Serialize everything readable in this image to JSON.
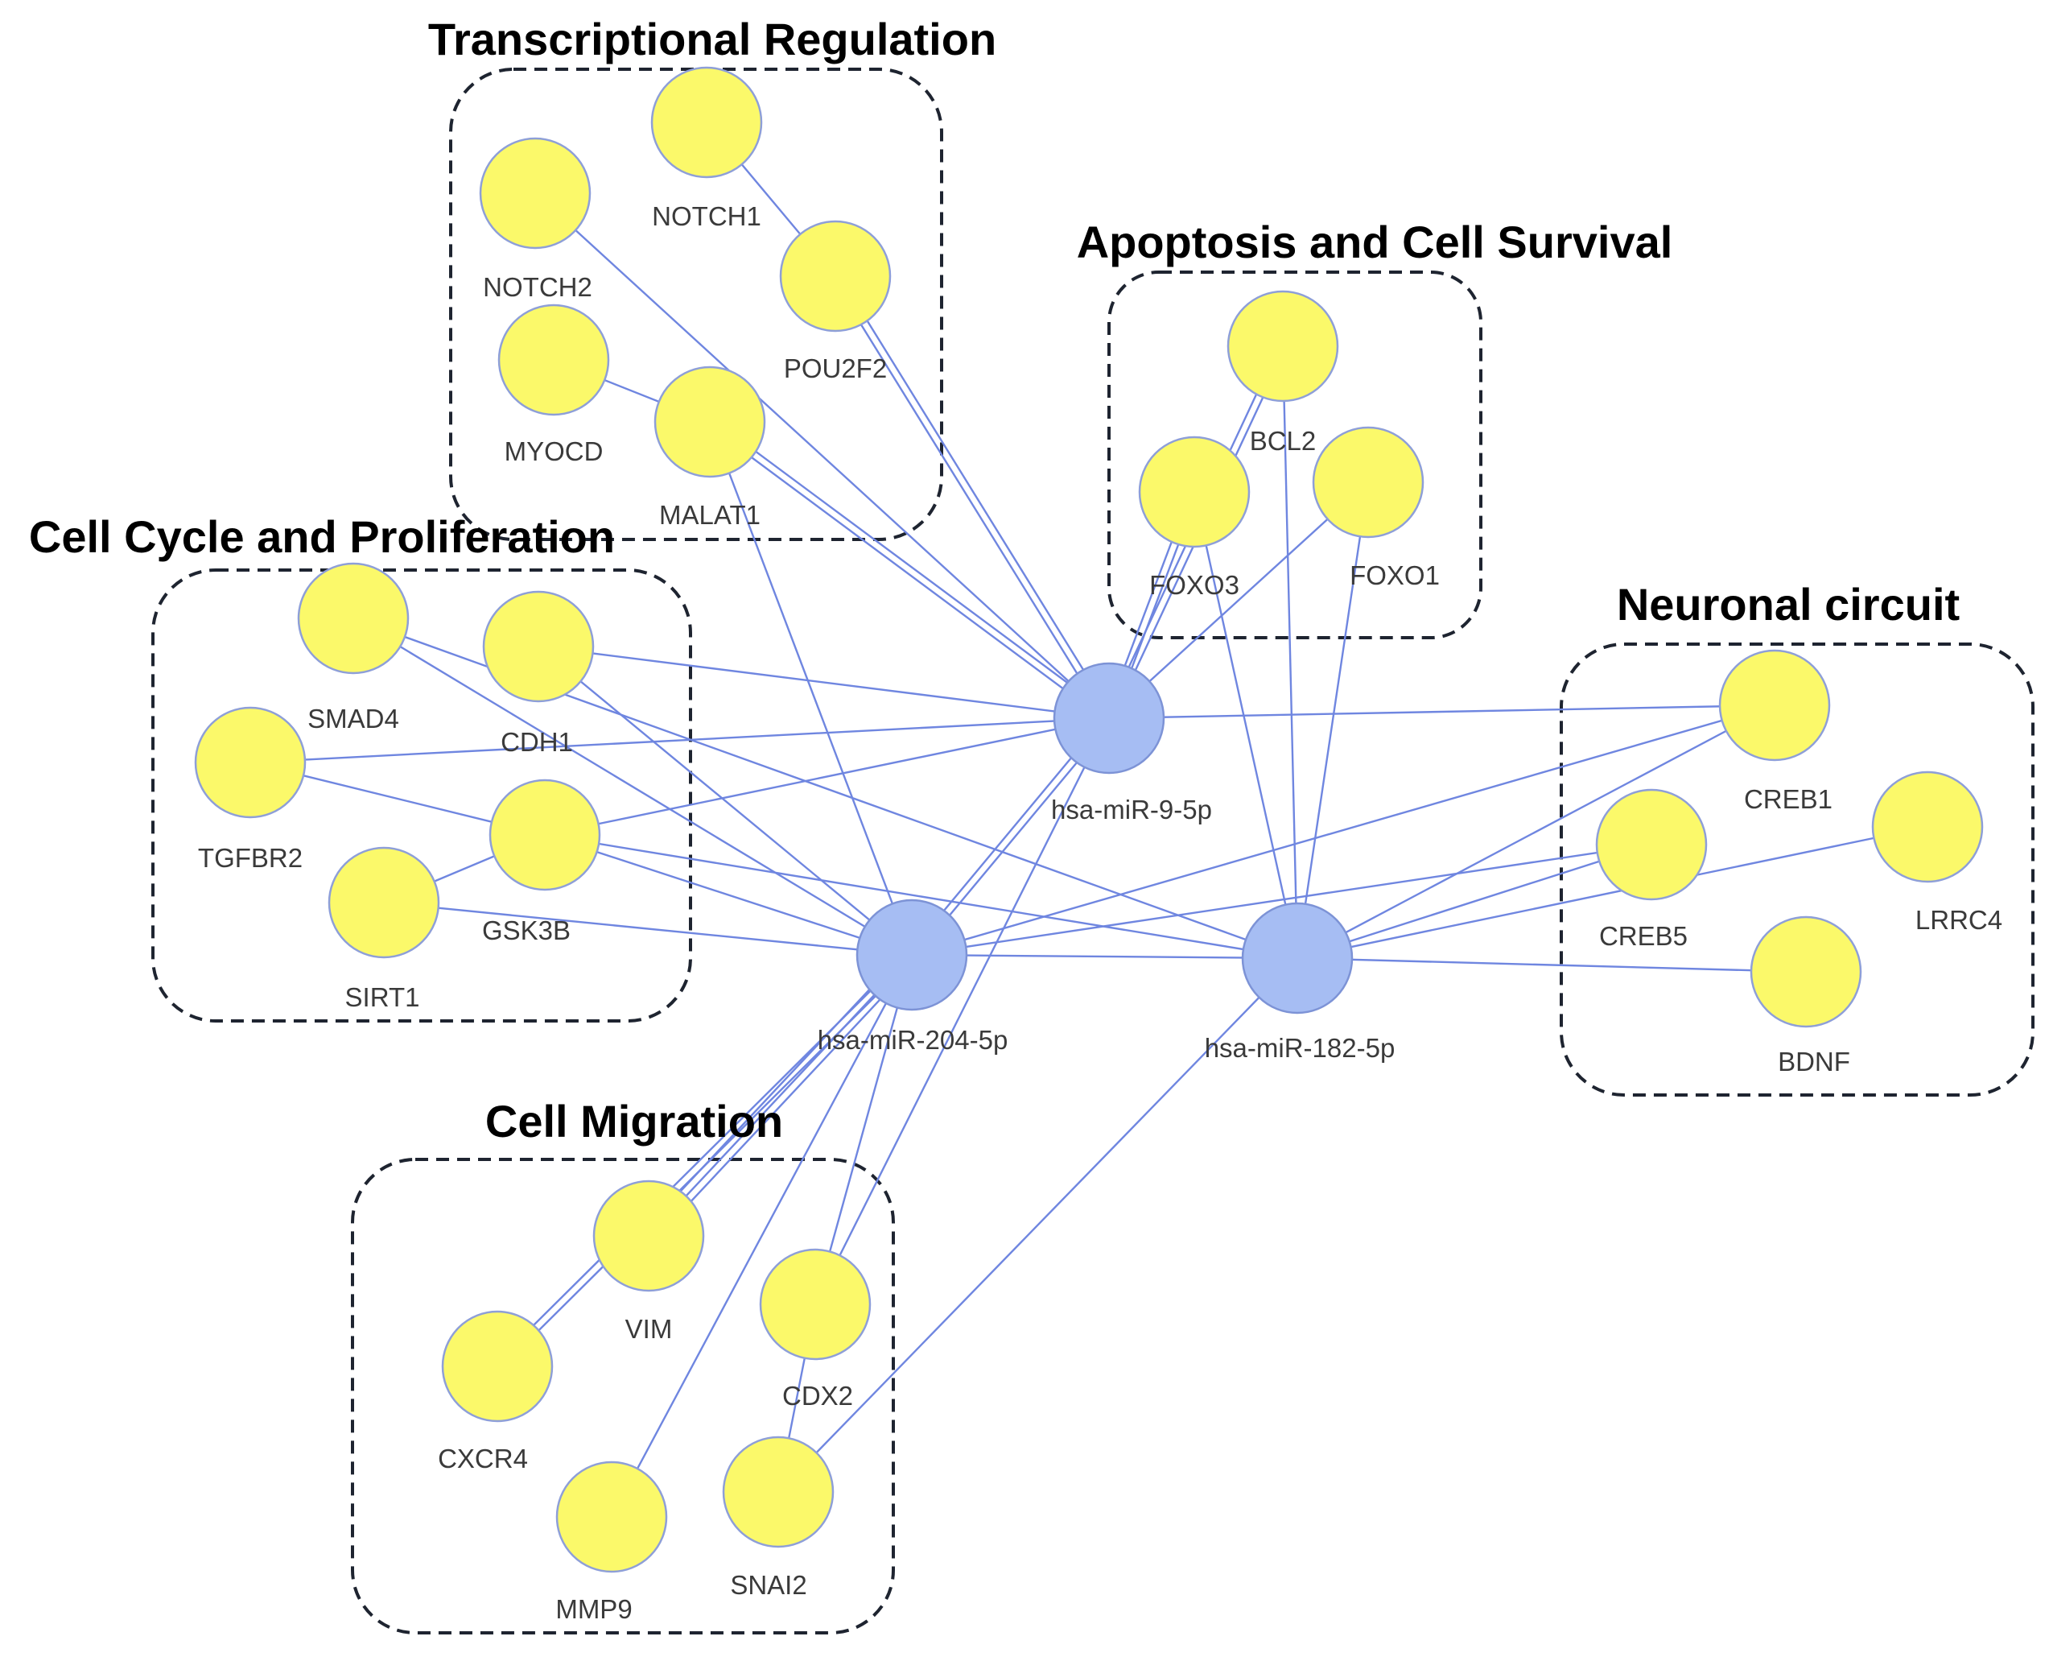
{
  "groups": [
    {
      "id": "transcriptional",
      "title": "Transcriptional Regulation"
    },
    {
      "id": "apoptosis",
      "title": "Apoptosis and Cell Survival"
    },
    {
      "id": "cellcycle",
      "title": "Cell Cycle and Proliferation"
    },
    {
      "id": "neuronal",
      "title": "Neuronal circuit"
    },
    {
      "id": "migration",
      "title": "Cell Migration"
    }
  ],
  "mirnas": [
    {
      "id": "mir9",
      "label": "hsa-miR-9-5p"
    },
    {
      "id": "mir204",
      "label": "hsa-miR-204-5p"
    },
    {
      "id": "mir182",
      "label": "hsa-miR-182-5p"
    }
  ],
  "genes": [
    {
      "id": "NOTCH1",
      "label": "NOTCH1",
      "group": "transcriptional"
    },
    {
      "id": "NOTCH2",
      "label": "NOTCH2",
      "group": "transcriptional"
    },
    {
      "id": "POU2F2",
      "label": "POU2F2",
      "group": "transcriptional"
    },
    {
      "id": "MYOCD",
      "label": "MYOCD",
      "group": "transcriptional"
    },
    {
      "id": "MALAT1",
      "label": "MALAT1",
      "group": "transcriptional"
    },
    {
      "id": "BCL2",
      "label": "BCL2",
      "group": "apoptosis"
    },
    {
      "id": "FOXO3",
      "label": "FOXO3",
      "group": "apoptosis"
    },
    {
      "id": "FOXO1",
      "label": "FOXO1",
      "group": "apoptosis"
    },
    {
      "id": "SMAD4",
      "label": "SMAD4",
      "group": "cellcycle"
    },
    {
      "id": "CDH1",
      "label": "CDH1",
      "group": "cellcycle"
    },
    {
      "id": "TGFBR2",
      "label": "TGFBR2",
      "group": "cellcycle"
    },
    {
      "id": "GSK3B",
      "label": "GSK3B",
      "group": "cellcycle"
    },
    {
      "id": "SIRT1",
      "label": "SIRT1",
      "group": "cellcycle"
    },
    {
      "id": "CREB1",
      "label": "CREB1",
      "group": "neuronal"
    },
    {
      "id": "CREB5",
      "label": "CREB5",
      "group": "neuronal"
    },
    {
      "id": "LRRC4",
      "label": "LRRC4",
      "group": "neuronal"
    },
    {
      "id": "BDNF",
      "label": "BDNF",
      "group": "neuronal"
    },
    {
      "id": "VIM",
      "label": "VIM",
      "group": "migration"
    },
    {
      "id": "CDX2",
      "label": "CDX2",
      "group": "migration"
    },
    {
      "id": "CXCR4",
      "label": "CXCR4",
      "group": "migration"
    },
    {
      "id": "MMP9",
      "label": "MMP9",
      "group": "migration"
    },
    {
      "id": "SNAI2",
      "label": "SNAI2",
      "group": "migration"
    }
  ],
  "edges": [
    [
      "NOTCH1",
      "POU2F2"
    ],
    [
      "POU2F2",
      "mir9"
    ],
    [
      "POU2F2",
      "mir9"
    ],
    [
      "NOTCH2",
      "mir9"
    ],
    [
      "MYOCD",
      "MALAT1"
    ],
    [
      "MALAT1",
      "mir9"
    ],
    [
      "MALAT1",
      "mir9"
    ],
    [
      "MALAT1",
      "mir204"
    ],
    [
      "BCL2",
      "mir9"
    ],
    [
      "BCL2",
      "mir9"
    ],
    [
      "BCL2",
      "mir182"
    ],
    [
      "FOXO3",
      "mir9"
    ],
    [
      "FOXO3",
      "mir9"
    ],
    [
      "FOXO3",
      "mir182"
    ],
    [
      "FOXO1",
      "mir9"
    ],
    [
      "FOXO1",
      "mir182"
    ],
    [
      "SMAD4",
      "mir204"
    ],
    [
      "SMAD4",
      "mir182"
    ],
    [
      "CDH1",
      "mir9"
    ],
    [
      "CDH1",
      "mir204"
    ],
    [
      "TGFBR2",
      "mir9"
    ],
    [
      "TGFBR2",
      "GSK3B"
    ],
    [
      "GSK3B",
      "mir9"
    ],
    [
      "GSK3B",
      "mir204"
    ],
    [
      "GSK3B",
      "mir182"
    ],
    [
      "SIRT1",
      "GSK3B"
    ],
    [
      "SIRT1",
      "mir204"
    ],
    [
      "mir9",
      "mir204"
    ],
    [
      "mir9",
      "mir204"
    ],
    [
      "mir9",
      "CREB1"
    ],
    [
      "mir204",
      "mir182"
    ],
    [
      "CREB1",
      "mir204"
    ],
    [
      "CREB1",
      "mir182"
    ],
    [
      "CREB5",
      "mir204"
    ],
    [
      "CREB5",
      "mir182"
    ],
    [
      "LRRC4",
      "mir182"
    ],
    [
      "BDNF",
      "mir182"
    ],
    [
      "VIM",
      "mir204"
    ],
    [
      "VIM",
      "mir204"
    ],
    [
      "VIM",
      "mir204"
    ],
    [
      "CXCR4",
      "mir204"
    ],
    [
      "CXCR4",
      "mir204"
    ],
    [
      "CDX2",
      "mir204"
    ],
    [
      "CDX2",
      "mir9"
    ],
    [
      "CDX2",
      "SNAI2"
    ],
    [
      "MMP9",
      "mir204"
    ],
    [
      "SNAI2",
      "mir182"
    ]
  ]
}
